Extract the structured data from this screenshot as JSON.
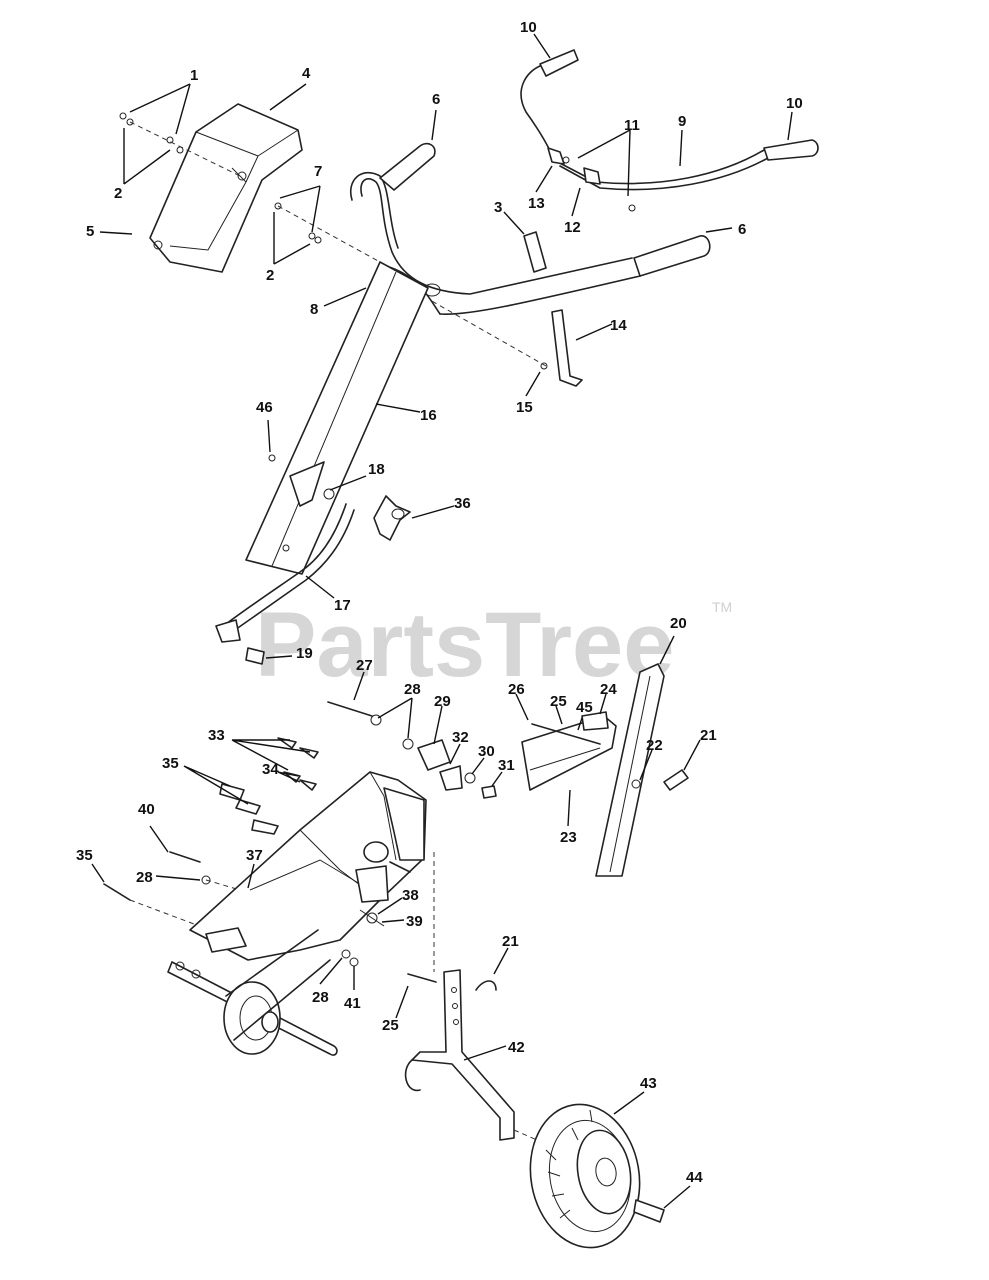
{
  "watermark": {
    "brand": "PartsTree",
    "mark": "TM"
  },
  "callouts": [
    "1",
    "2",
    "2",
    "3",
    "4",
    "5",
    "6",
    "6",
    "7",
    "8",
    "9",
    "10",
    "10",
    "11",
    "12",
    "13",
    "14",
    "15",
    "16",
    "17",
    "18",
    "19",
    "20",
    "21",
    "21",
    "22",
    "23",
    "24",
    "25",
    "25",
    "26",
    "27",
    "28",
    "28",
    "28",
    "29",
    "30",
    "31",
    "32",
    "33",
    "34",
    "35",
    "35",
    "36",
    "37",
    "38",
    "39",
    "40",
    "41",
    "42",
    "43",
    "44",
    "45",
    "46"
  ]
}
